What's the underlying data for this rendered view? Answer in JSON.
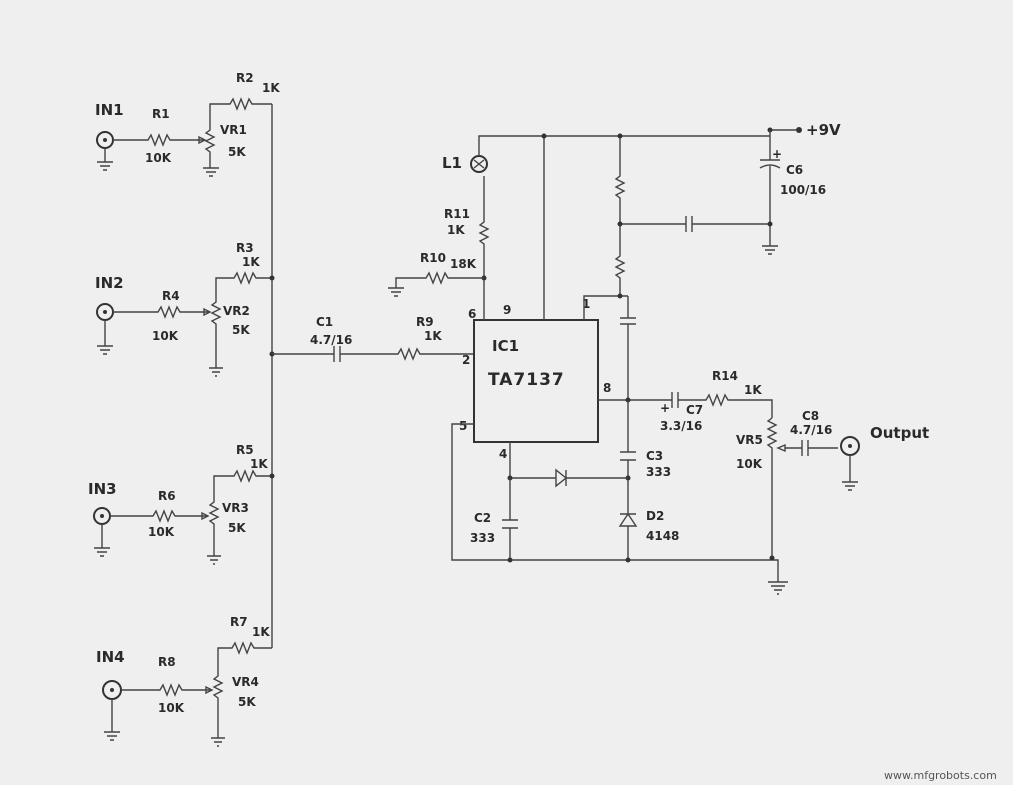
{
  "inputs": [
    {
      "jack": "IN1",
      "resistor": "R1",
      "resistor_value": "10K",
      "pot": "VR1",
      "pot_value": "5K",
      "mix_resistor": "R2",
      "mix_value": "1K"
    },
    {
      "jack": "IN2",
      "resistor": "R4",
      "resistor_value": "10K",
      "pot": "VR2",
      "pot_value": "5K",
      "mix_resistor": "R3",
      "mix_value": "1K"
    },
    {
      "jack": "IN3",
      "resistor": "R6",
      "resistor_value": "10K",
      "pot": "VR3",
      "pot_value": "5K",
      "mix_resistor": "R5",
      "mix_value": "1K"
    },
    {
      "jack": "IN4",
      "resistor": "R8",
      "resistor_value": "10K",
      "pot": "VR4",
      "pot_value": "5K",
      "mix_resistor": "R7",
      "mix_value": "1K"
    }
  ],
  "coupling": {
    "c1": "C1",
    "c1_value": "4.7/16",
    "r9": "R9",
    "r9_value": "1K"
  },
  "ic": {
    "name": "IC1",
    "part": "TA7137",
    "pins": [
      "6",
      "9",
      "1",
      "2",
      "8",
      "5",
      "4"
    ]
  },
  "lamp": {
    "name": "L1"
  },
  "r11": {
    "name": "R11",
    "value": "1K"
  },
  "r10": {
    "name": "R10",
    "value": "18K"
  },
  "supply": {
    "label": "+9V"
  },
  "c6": {
    "name": "C6",
    "value": "100/16"
  },
  "c7": {
    "name": "C7",
    "value": "3.3/16",
    "polarity": "+"
  },
  "r14": {
    "name": "R14",
    "value": "1K"
  },
  "c8": {
    "name": "C8",
    "value": "4.7/16"
  },
  "vr5": {
    "name": "VR5",
    "value": "10K"
  },
  "output": {
    "label": "Output"
  },
  "c3": {
    "name": "C3",
    "value": "333"
  },
  "c2": {
    "name": "C2",
    "value": "333"
  },
  "d2": {
    "name": "D2",
    "value": "4148"
  },
  "watermark": "www.mfgrobots.com"
}
